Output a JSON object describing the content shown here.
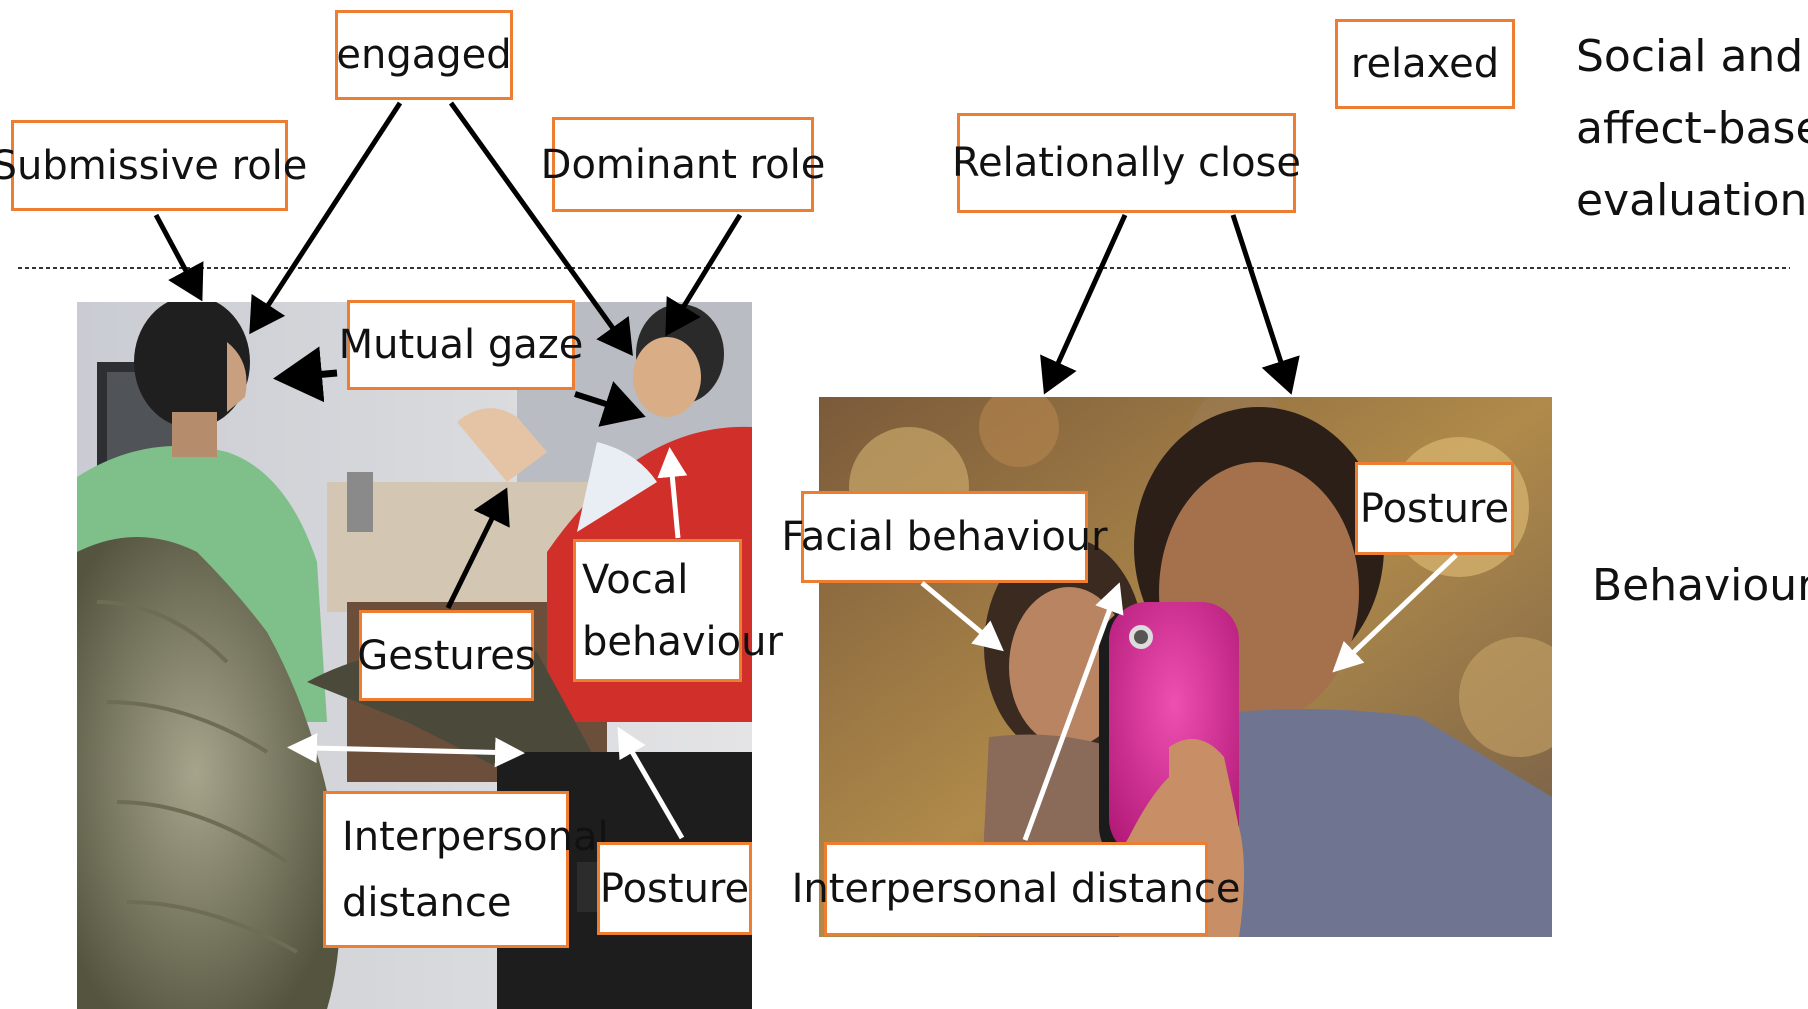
{
  "labels": {
    "engaged": "engaged",
    "relaxed": "relaxed",
    "submissive_role": "Submissive role",
    "dominant_role": "Dominant role",
    "relationally_close": "Relationally close",
    "mutual_gaze": "Mutual gaze",
    "vocal_behaviour_line1": "Vocal",
    "vocal_behaviour_line2": "behaviour",
    "gestures": "Gestures",
    "interpersonal_distance_line1": "Interpersonal",
    "interpersonal_distance_line2": "distance",
    "posture_left": "Posture",
    "facial_behaviour": "Facial behaviour",
    "posture_right": "Posture",
    "interpersonal_distance_right": "Interpersonal distance"
  },
  "side_text": {
    "social_line1": "Social and",
    "social_line2": "affect-based",
    "social_line3": "evaluations",
    "behaviour": "Behaviour"
  },
  "colors": {
    "box_border": "#ed7d31",
    "arrow_black": "#000000",
    "arrow_white": "#ffffff"
  }
}
